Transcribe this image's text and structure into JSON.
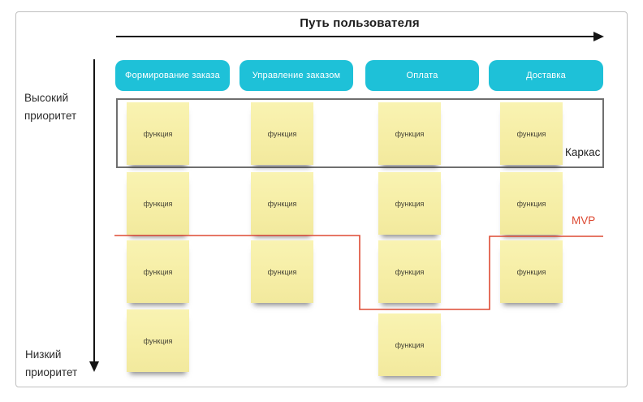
{
  "journey": {
    "title": "Путь пользователя"
  },
  "priority_axis": {
    "high": "Высокий приоритет",
    "low": "Низкий приоритет"
  },
  "columns": [
    {
      "header": "Формирование заказа",
      "notes": [
        "функция",
        "функция",
        "функция",
        "функция"
      ]
    },
    {
      "header": "Управление заказом",
      "notes": [
        "функция",
        "функция",
        "функция"
      ]
    },
    {
      "header": "Оплата",
      "notes": [
        "функция",
        "функция",
        "функция",
        "функция"
      ]
    },
    {
      "header": "Доставка",
      "notes": [
        "функция",
        "функция",
        "функция"
      ]
    }
  ],
  "annotations": {
    "skeleton": "Каркас",
    "mvp": "MVP"
  },
  "colors": {
    "stage_header_bg": "#1ec1d8",
    "sticky_note_bg": "#f6eea6",
    "mvp_line": "#dd4a33",
    "skeleton_border": "#6f6f6f",
    "axis_arrow": "#141414"
  }
}
